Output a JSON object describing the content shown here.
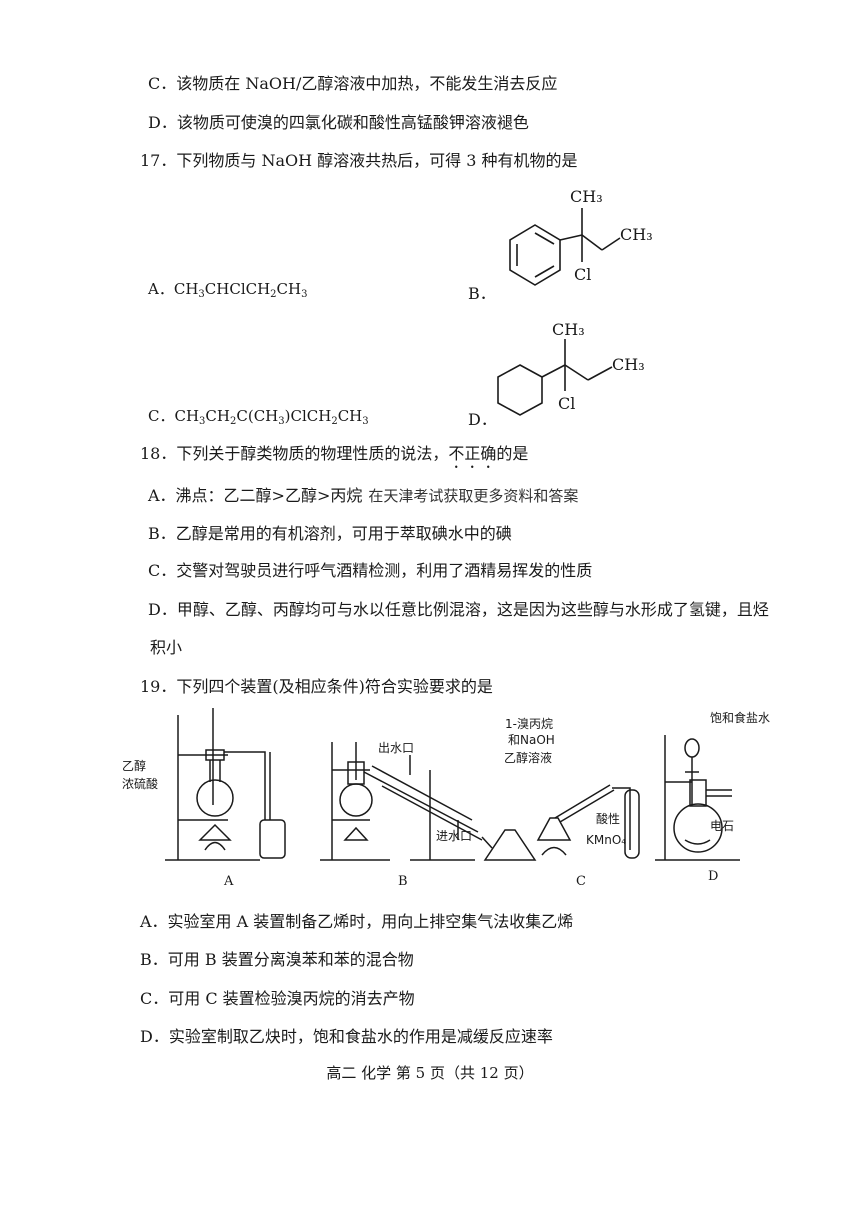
{
  "q16": {
    "opt_c": "C．该物质在 NaOH/乙醇溶液中加热，不能发生消去反应",
    "opt_d": "D．该物质可使溴的四氯化碳和酸性高锰酸钾溶液褪色"
  },
  "q17": {
    "stem": "17．下列物质与 NaOH 醇溶液共热后，可得 3 种有机物的是",
    "opt_a_label": "A．",
    "opt_b_label": "B．",
    "opt_c_label": "C．",
    "opt_d_label": "D．",
    "struct_b": {
      "top_group": "CH₃",
      "right_group": "CH₃",
      "bottom_group": "Cl"
    },
    "struct_d": {
      "top_group": "CH₃",
      "right_group": "CH₃",
      "bottom_group": "Cl"
    }
  },
  "q18": {
    "stem_pre": "18．下列关于醇类物质的物理性质的说法，",
    "stem_emph": "不正确",
    "stem_post": "的是",
    "opt_a": "A．沸点：乙二醇>乙醇>丙烷",
    "watermark": "在天津考试获取更多资料和答案",
    "opt_b": "B．乙醇是常用的有机溶剂，可用于萃取碘水中的碘",
    "opt_c": "C．交警对驾驶员进行呼气酒精检测，利用了酒精易挥发的性质",
    "opt_d_line1": "D．甲醇、乙醇、丙醇均可与水以任意比例混溶，这是因为这些醇与水形成了氢键，且烃",
    "opt_d_line2": "积小"
  },
  "q19": {
    "stem": "19．下列四个装置(及相应条件)符合实验要求的是",
    "apparatus": {
      "a_reagent_1": "乙醇",
      "a_reagent_2": "浓硫酸",
      "b_outlet": "出水口",
      "b_inlet": "进水口",
      "c_reagent_1": "1-溴丙烷",
      "c_reagent_2": "和NaOH",
      "c_reagent_3": "乙醇溶液",
      "c_oxidant_1": "酸性",
      "c_oxidant_2": "KMnO₄",
      "d_reagent_1": "饱和食盐水",
      "d_reagent_2": "电石",
      "label_a": "A",
      "label_b": "B",
      "label_c": "C",
      "label_d": "D"
    },
    "opt_a": "A．实验室用 A 装置制备乙烯时，用向上排空集气法收集乙烯",
    "opt_b": "B．可用 B 装置分离溴苯和苯的混合物",
    "opt_c": "C．可用 C 装置检验溴丙烷的消去产物",
    "opt_d": "D．实验室制取乙炔时，饱和食盐水的作用是减缓反应速率"
  },
  "footer": "高二 化学  第 5 页（共 12 页）"
}
